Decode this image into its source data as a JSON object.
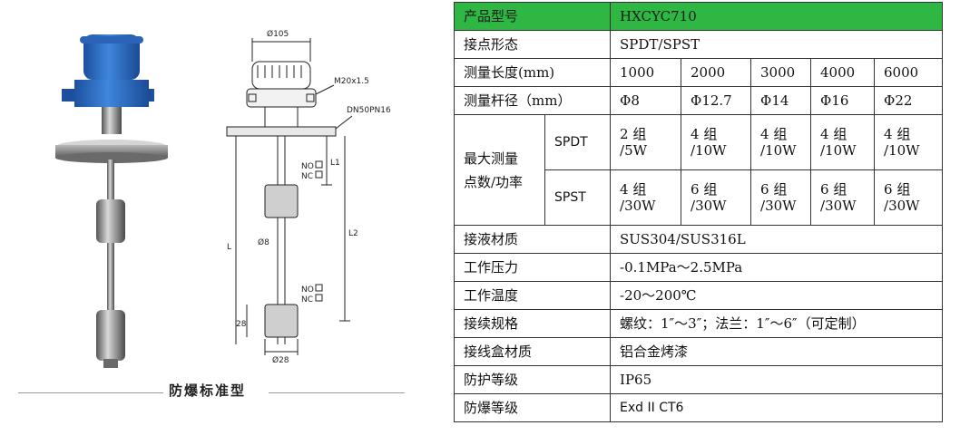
{
  "caption": "防爆标准型",
  "drawing": {
    "dim_top": "Ø105",
    "thread": "M20x1.5",
    "flange": "DN50PN16",
    "label_l1": "L1",
    "label_l2": "L2",
    "label_l": "L",
    "rod_dia": "Ø8",
    "float_dia": "Ø28",
    "float_h": "28",
    "no_label": "NO",
    "nc_label": "NC"
  },
  "spec": {
    "model_label": "产品型号",
    "model_value": "HXCYC710",
    "contact_label": "接点形态",
    "contact_value": "SPDT/SPST",
    "length_label": "测量长度(mm)",
    "lengths": [
      "1000",
      "2000",
      "3000",
      "4000",
      "6000"
    ],
    "rod_label": "测量杆径（mm）",
    "rods": [
      "Φ8",
      "Φ12.7",
      "Φ14",
      "Φ16",
      "Φ22"
    ],
    "max_label_1": "最大测量",
    "max_label_2": "点数/功率",
    "spdt_label": "SPDT",
    "spdt": [
      {
        "a": "2 组",
        "b": "/5W"
      },
      {
        "a": "4 组",
        "b": "/10W"
      },
      {
        "a": "4 组",
        "b": "/10W"
      },
      {
        "a": "4 组",
        "b": "/10W"
      },
      {
        "a": "4 组",
        "b": "/10W"
      }
    ],
    "spst_label": "SPST",
    "spst": [
      {
        "a": "4 组",
        "b": "/30W"
      },
      {
        "a": "6 组",
        "b": "/30W"
      },
      {
        "a": "6 组",
        "b": "/30W"
      },
      {
        "a": "6 组",
        "b": "/30W"
      },
      {
        "a": "6 组",
        "b": "/30W"
      }
    ],
    "material_label": "接液材质",
    "material_value": "SUS304/SUS316L",
    "pressure_label": "工作压力",
    "pressure_value": "-0.1MPa～2.5MPa",
    "temp_label": "工作温度",
    "temp_value": "-20～200℃",
    "conn_label": "接续规格",
    "conn_value": "螺纹：1″～3″；法兰：1″～6″（可定制）",
    "box_label": "接线盒材质",
    "box_value": "铝合金烤漆",
    "ip_label": "防护等级",
    "ip_value": "IP65",
    "ex_label": "防爆等级",
    "ex_value": "Exd II CT6"
  },
  "colors": {
    "header_green": "#2eb742",
    "housing_blue": "#2f6fc4"
  }
}
